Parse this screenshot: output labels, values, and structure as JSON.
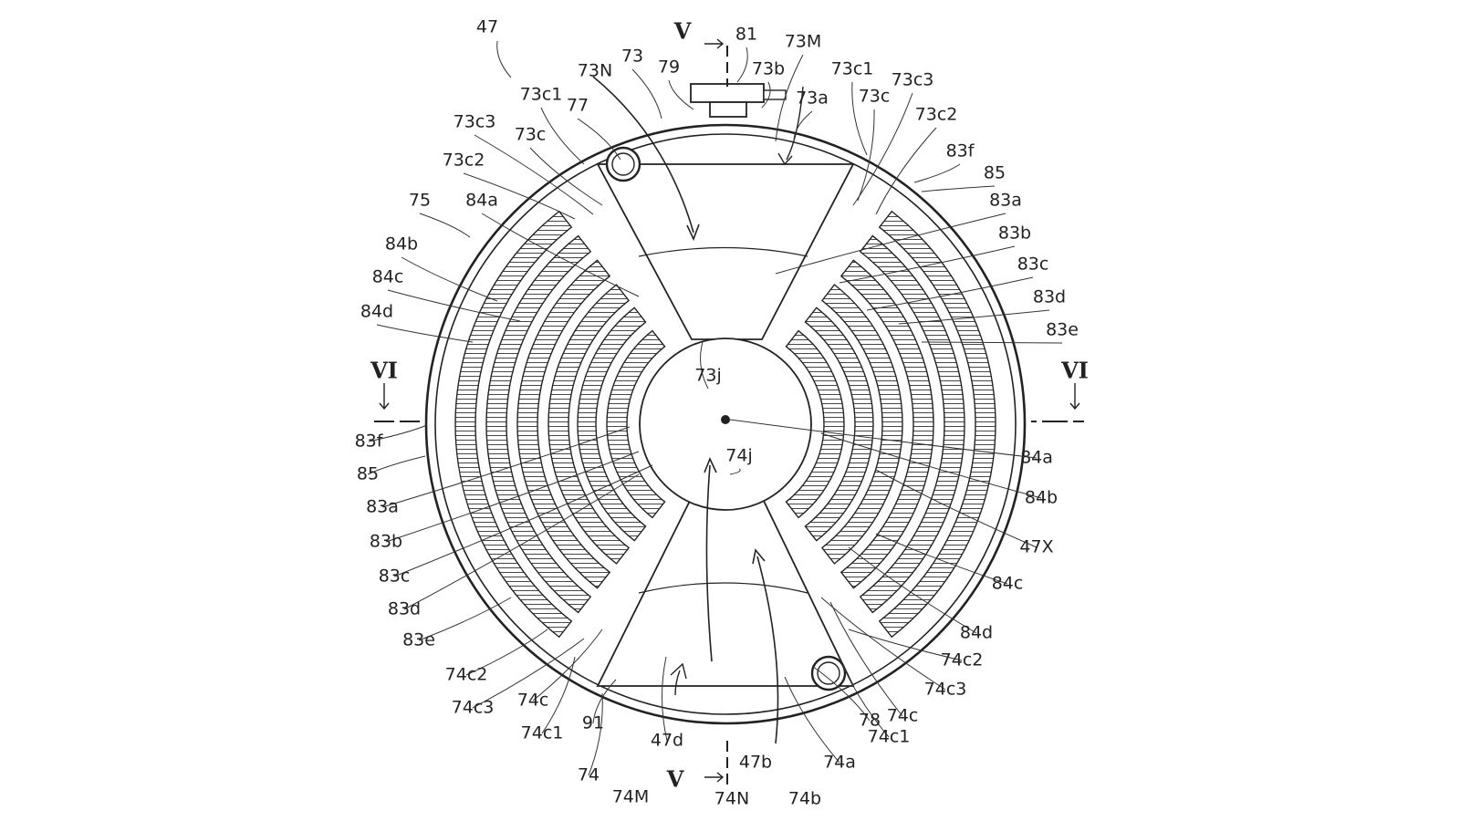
{
  "figure": {
    "section_marks": [
      "V",
      "V",
      "VI",
      "VI"
    ],
    "labels": [
      "47",
      "V",
      "81",
      "73M",
      "73N",
      "73",
      "79",
      "73b",
      "73c1",
      "73c3",
      "73c1",
      "77",
      "73a",
      "73c",
      "73c2",
      "73c3",
      "73c",
      "83f",
      "85",
      "73c2",
      "83a",
      "75",
      "84a",
      "83b",
      "84b",
      "83c",
      "84c",
      "83d",
      "84d",
      "83e",
      "VI",
      "VI",
      "73j",
      "83f",
      "85",
      "74j",
      "84a",
      "83a",
      "84b",
      "83b",
      "47X",
      "83c",
      "84c",
      "83d",
      "84d",
      "83e",
      "74c2",
      "74c2",
      "74c3",
      "74c3",
      "74c",
      "74c",
      "91",
      "74c1",
      "74c1",
      "78",
      "47d",
      "74",
      "74M",
      "V",
      "47b",
      "74N",
      "74b",
      "74a"
    ]
  }
}
